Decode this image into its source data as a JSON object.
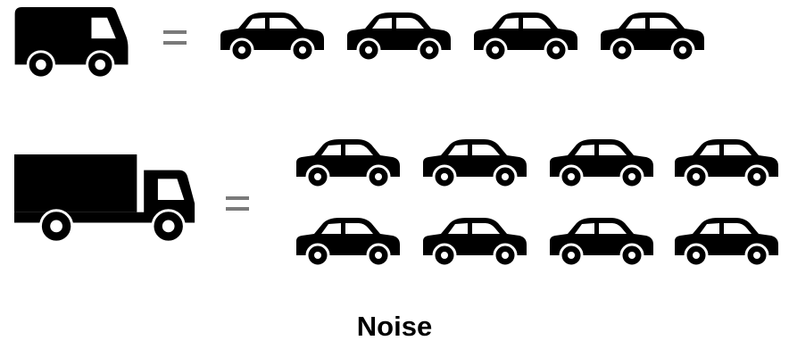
{
  "caption": "Noise",
  "icons": {
    "small_truck": "van-icon",
    "large_truck": "truck-icon",
    "car": "car-icon",
    "equals": "equals-sign"
  },
  "rows": [
    {
      "vehicle": "van",
      "equivalent_cars": 4
    },
    {
      "vehicle": "truck",
      "equivalent_cars": 8
    }
  ],
  "colors": {
    "icon_fill": "#000000",
    "equals_sign": "#7a7a7a",
    "background": "#ffffff"
  }
}
